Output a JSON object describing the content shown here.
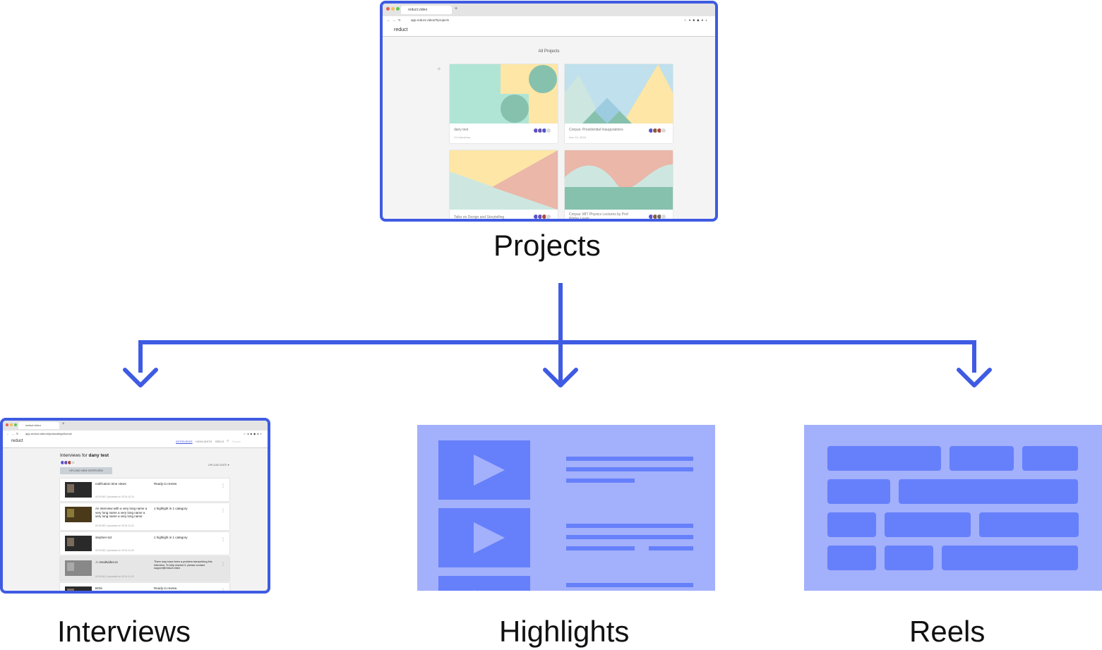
{
  "diagram": {
    "root_label": "Projects",
    "children": [
      {
        "label": "Interviews"
      },
      {
        "label": "Highlights"
      },
      {
        "label": "Reels"
      }
    ],
    "colors": {
      "accent": "#3f5be3",
      "panel": "#a3b0fb",
      "panel_block": "#6680fb"
    }
  },
  "projects_screen": {
    "tab_title": "reduct.video",
    "url": "app.reduct.video/#/projects",
    "brand": "reduct",
    "page_title": "All Projects",
    "add_icon": "plus-icon",
    "projects": [
      {
        "name": "dany test",
        "meta": "21 interviews"
      },
      {
        "name": "Corpus: Presidential Inaugurations",
        "meta": "Nov 10, 2018"
      },
      {
        "name": "Talks on Design and Storytelling",
        "meta": ""
      },
      {
        "name": "Corpus: MIT Physics Lectures by Prof Walter Lewin",
        "meta": ""
      }
    ]
  },
  "interviews_screen": {
    "tab_title": "reduct.video",
    "url": "app.reduct.video/#/p/abcdefgh/home/",
    "brand": "reduct",
    "nav": [
      "INTERVIEWS",
      "HIGHLIGHTS",
      "REELS"
    ],
    "search_placeholder": "Search",
    "heading_prefix": "Interviews for",
    "heading_project": "dany test",
    "upload_button": "UPLOAD NEW INTERVIEW",
    "sort_label": "UPLOAD DATE",
    "rows": [
      {
        "title": "notification time views",
        "status": "Ready to review",
        "meta": "00:00:58 | Uploaded on 2019-10-31"
      },
      {
        "title": "An interview with a very long name a very long name a very long name a very long name a very long name",
        "status": "1 highlight in 1 category",
        "meta": "00:00:58 | Uploaded on 2019-11-01"
      },
      {
        "title": "stephen-tx2",
        "status": "1 highlight in 1 category",
        "meta": "00:00:58 | Uploaded on 2019-11-02"
      },
      {
        "title": "⚠ resultvideo.ts",
        "status": "There may have been a problem transcribing this interview. To help resolve it, please contact support@reduct.video",
        "meta": "00:00:58 | Uploaded on 2019-11-02"
      },
      {
        "title": "BOle",
        "status": "Ready to review",
        "meta": ""
      }
    ]
  }
}
